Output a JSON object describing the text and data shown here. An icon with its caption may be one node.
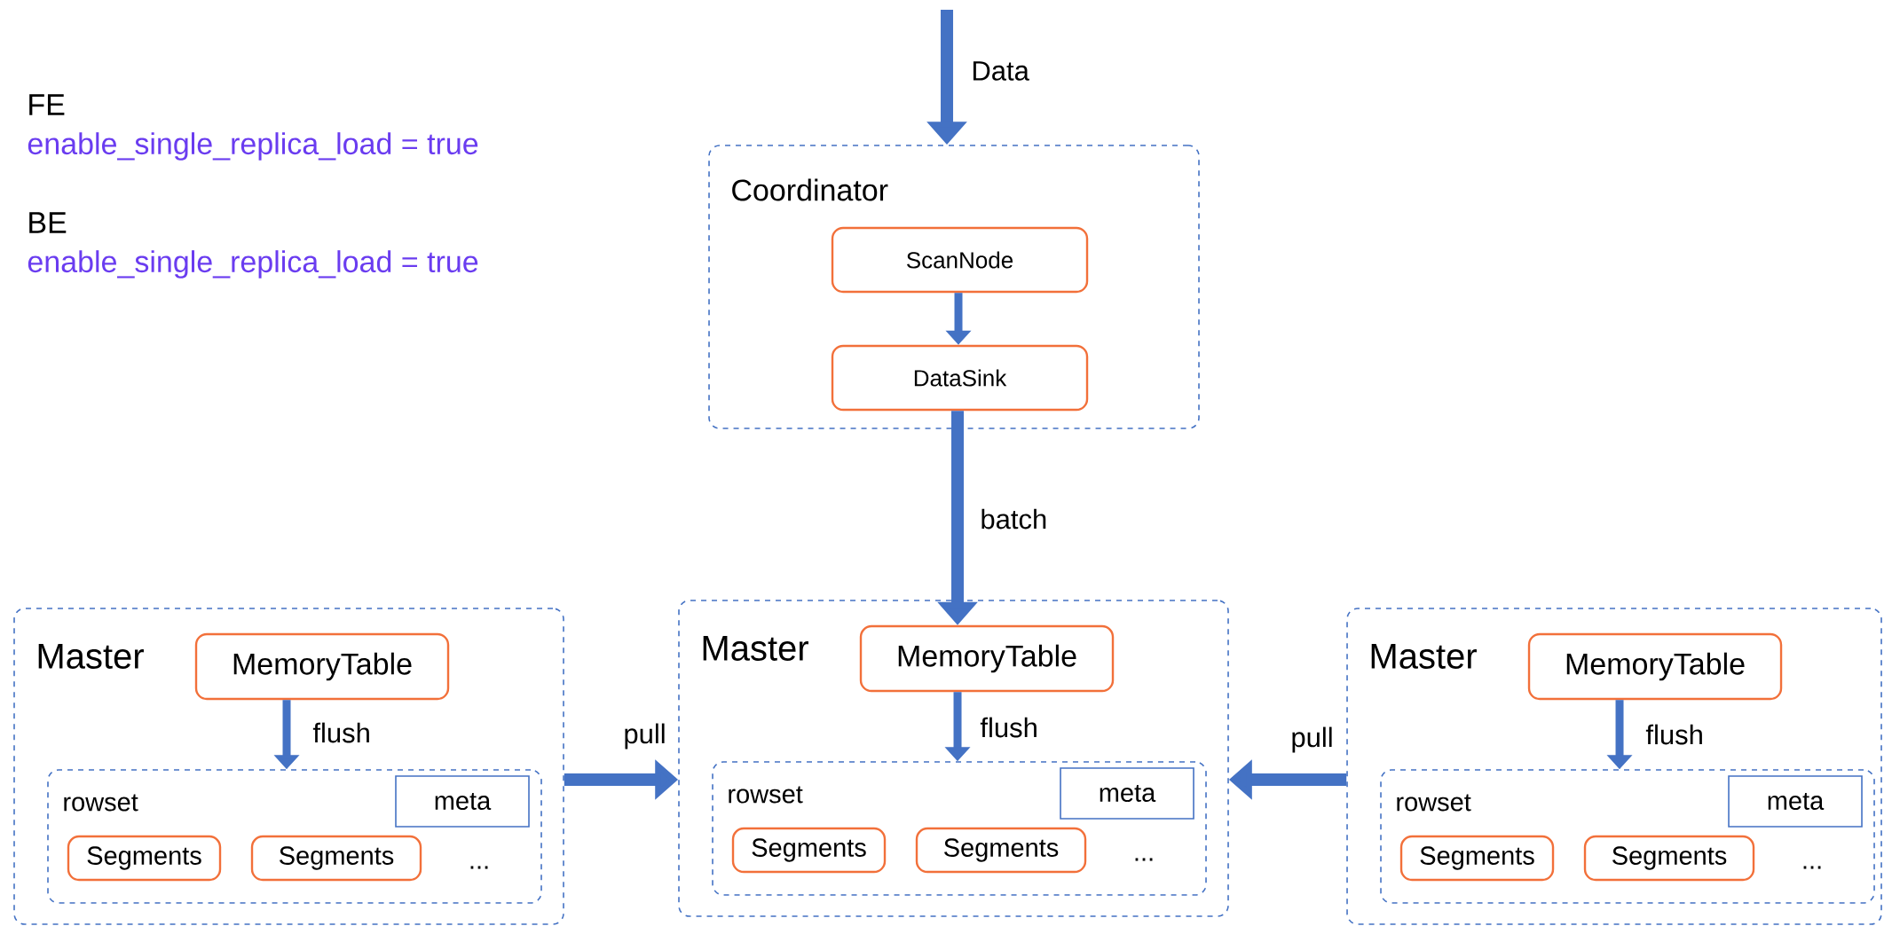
{
  "diagram": {
    "nodes": [
      {
        "text": [
          "Coordinator"
        ]
      },
      {
        "text": [
          "ScanNode"
        ],
        "in": 0
      },
      {
        "text": [
          "DataSink"
        ],
        "in": 0
      },
      {
        "text": [
          "Master"
        ]
      },
      {
        "text": [
          "MemoryTable"
        ],
        "in": 3
      },
      {
        "text": [
          "rowset",
          "..."
        ],
        "in": 3
      },
      {
        "text": [
          "meta"
        ],
        "in": 5
      },
      {
        "text": [
          "Segments"
        ],
        "in": 5
      },
      {
        "text": [
          "Segments"
        ],
        "in": 5
      },
      {
        "text": [
          "Master"
        ]
      },
      {
        "text": [
          "MemoryTable"
        ],
        "in": 9
      },
      {
        "text": [
          "rowset",
          "..."
        ],
        "in": 9
      },
      {
        "text": [
          "meta"
        ],
        "in": 11
      },
      {
        "text": [
          "Segments"
        ],
        "in": 11
      },
      {
        "text": [
          "Segments"
        ],
        "in": 11
      },
      {
        "text": [
          "Master"
        ]
      },
      {
        "text": [
          "MemoryTable"
        ],
        "in": 15
      },
      {
        "text": [
          "rowset",
          "..."
        ],
        "in": 15
      },
      {
        "text": [
          "meta"
        ],
        "in": 17
      },
      {
        "text": [
          "Segments"
        ],
        "in": 17
      },
      {
        "text": [
          "Segments"
        ],
        "in": 17
      }
    ],
    "edges": [
      {
        "from": null,
        "to": 0,
        "arrow": "to",
        "label": "Data"
      },
      {
        "from": 1,
        "to": 2,
        "arrow": "to"
      },
      {
        "from": 2,
        "to": 10,
        "arrow": "to",
        "label": "batch"
      },
      {
        "from": 4,
        "to": 5,
        "arrow": "to",
        "label": "flush"
      },
      {
        "from": 10,
        "to": 11,
        "arrow": "to",
        "label": "flush"
      },
      {
        "from": 16,
        "to": 17,
        "arrow": "to",
        "label": "flush"
      },
      {
        "from": 3,
        "to": 9,
        "arrow": "to",
        "label": "pull"
      },
      {
        "from": 15,
        "to": 9,
        "arrow": "to",
        "label": "pull"
      }
    ],
    "labels": [
      "FE",
      "enable_single_replica_load = true",
      "BE",
      "enable_single_replica_load = true"
    ]
  }
}
